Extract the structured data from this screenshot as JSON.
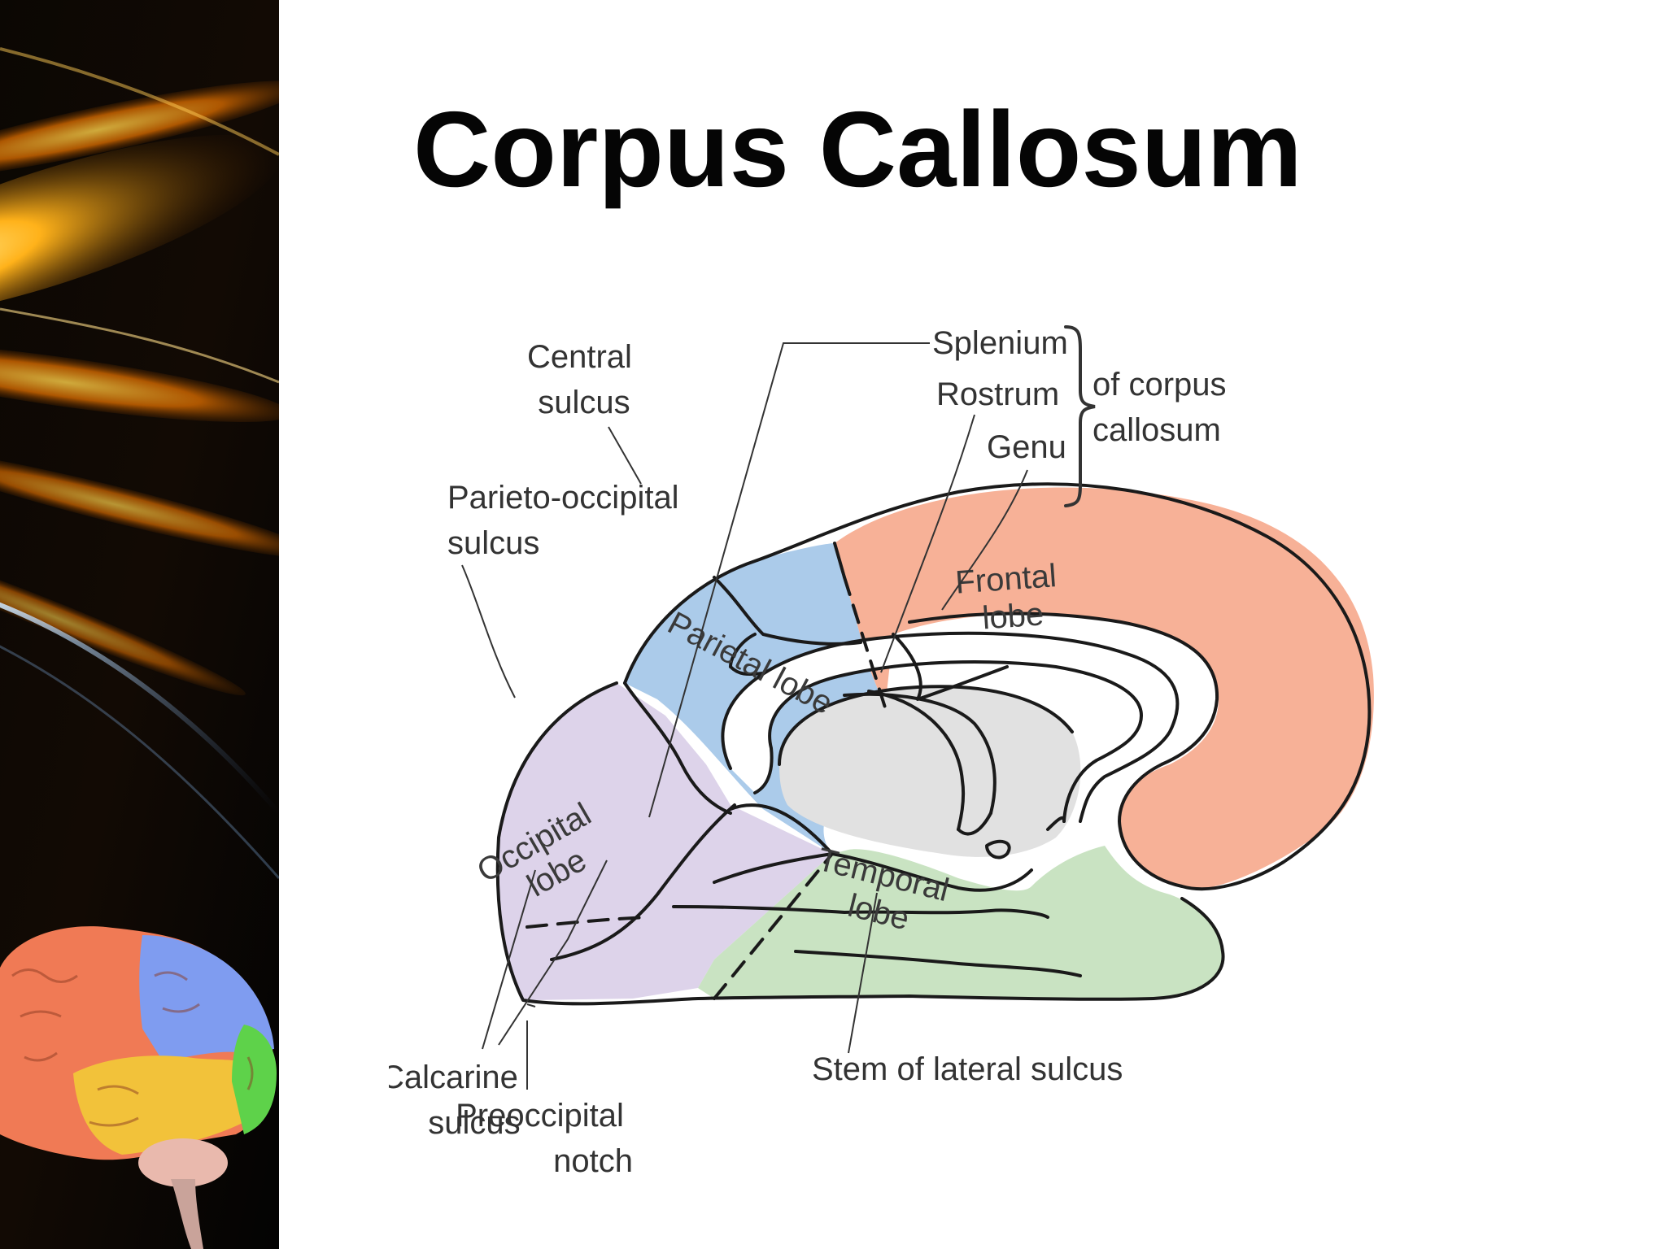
{
  "slide": {
    "title": "Corpus Callosum"
  },
  "colors": {
    "frontal": "#f7b197",
    "parietal": "#abcbea",
    "occipital": "#ddd3ea",
    "temporal": "#c9e3c2",
    "corpus_callosum": "#ffffff",
    "thalamus": "#e1e1e1",
    "outline": "#1a1a1a",
    "title_text": "#050505",
    "label_text": "#333333"
  },
  "diagram": {
    "lobes": {
      "frontal": "Frontal\nlobe",
      "parietal": "Parietal lobe",
      "occipital": "Occipital\nlobe",
      "temporal": "Temporal\nlobe"
    },
    "callouts": {
      "central_sulcus": "Central\nsulcus",
      "parieto_occipital_sulcus": "Parieto-occipital\nsulcus",
      "calcarine_sulcus": "Calcarine\nsulcus",
      "preoccipital_notch": "Preoccipital\nnotch",
      "stem_lateral_sulcus": "Stem of lateral sulcus",
      "splenium": "Splenium",
      "rostrum": "Rostrum",
      "genu": "Genu",
      "corpus_callosum_group": "of corpus\ncallosum"
    }
  },
  "decor": {
    "left_strip": "abstract-orange-light-streaks",
    "corner_image": "colored-brain-lobes-illustration"
  }
}
